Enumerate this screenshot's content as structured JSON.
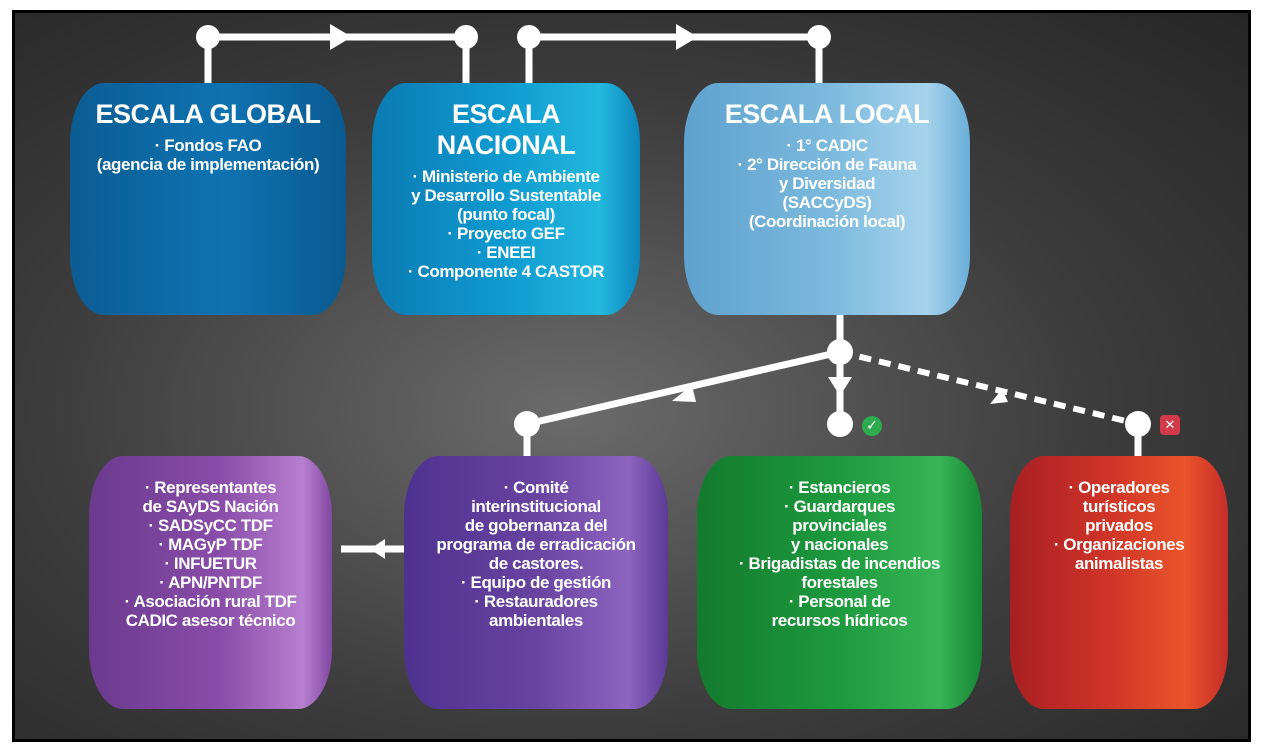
{
  "colors": {
    "global": "#0a6aa8",
    "nacional": "#0d97c6",
    "local": "#79b8dd",
    "purple_left": "#8a4ca8",
    "purple_center": "#6b44a0",
    "green": "#1d9a3e",
    "red": "#d2342a",
    "check_badge": "#2eaa4f",
    "cross_badge": "#d23a4c"
  },
  "icons": {
    "approved": "check-icon",
    "rejected": "cross-icon"
  },
  "global": {
    "title": "ESCALA GLOBAL",
    "items": [
      "· Fondos FAO",
      "(agencia de implementación)"
    ]
  },
  "nacional": {
    "title": "ESCALA NACIONAL",
    "items": [
      "· Ministerio de Ambiente",
      "y Desarrollo Sustentable",
      "(punto focal)",
      "· Proyecto GEF",
      "· ENEEI",
      "· Componente 4 CASTOR"
    ]
  },
  "local": {
    "title": "ESCALA LOCAL",
    "items": [
      "· 1° CADIC",
      "· 2° Dirección de Fauna",
      "y Diversidad",
      "(SACCyDS)",
      "(Coordinación local)"
    ]
  },
  "representantes": {
    "items": [
      "· Representantes",
      "de SAyDS Nación",
      "· SADSyCC TDF",
      "· MAGyP TDF",
      "· INFUETUR",
      "· APN/PNTDF",
      "· Asociación rural TDF",
      "CADIC asesor técnico"
    ]
  },
  "comite": {
    "items": [
      "· Comité",
      "interinstitucional",
      "de gobernanza del",
      "programa de erradicación",
      "de castores.",
      "· Equipo de gestión",
      "· Restauradores",
      "ambientales"
    ]
  },
  "estancieros": {
    "items": [
      "· Estancieros",
      "· Guardarques",
      "provinciales",
      "y nacionales",
      "· Brigadistas de incendios",
      "forestales",
      "· Personal de",
      "recursos hídricos"
    ]
  },
  "operadores": {
    "items": [
      "· Operadores",
      "turísticos",
      "privados",
      "· Organizaciones",
      "animalistas"
    ]
  }
}
